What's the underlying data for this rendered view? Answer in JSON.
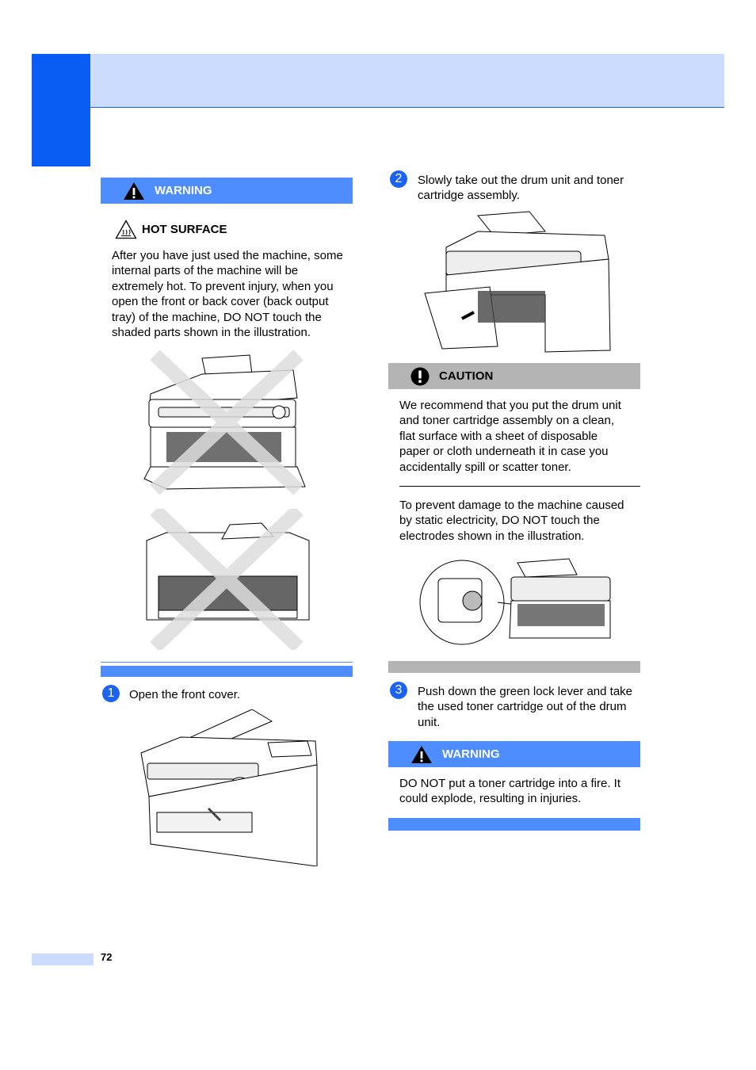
{
  "warning1": {
    "label": "WARNING"
  },
  "hot_surface": {
    "title": "HOT SURFACE",
    "body": [
      "After you have just used the machine, some",
      "internal parts of the machine will be",
      "extremely hot. To prevent injury, when you",
      "open the front or back cover (back output",
      "tray) of the machine, DO NOT touch the",
      "shaded parts shown in the illustration."
    ]
  },
  "step1": {
    "number": "1",
    "text": "Open the front cover."
  },
  "step2": {
    "number": "2",
    "lines": [
      "Slowly take out the drum unit and toner",
      "cartridge assembly."
    ]
  },
  "caution": {
    "label": "CAUTION",
    "para1": [
      "We recommend that you put the drum unit",
      "and toner cartridge assembly on a clean,",
      "flat surface with a sheet of disposable",
      "paper or cloth underneath it in case you",
      "accidentally spill or scatter toner."
    ],
    "para2": [
      "To prevent damage to the machine caused",
      "by static electricity, DO NOT touch the",
      "electrodes shown in the illustration."
    ]
  },
  "step3": {
    "number": "3",
    "lines": [
      "Push down the green lock lever and take",
      "the used toner cartridge out of the drum",
      "unit."
    ]
  },
  "warning2": {
    "label": "WARNING",
    "lines": [
      "DO NOT put a toner cartridge into a fire. It",
      "could explode, resulting in injuries."
    ]
  },
  "footer": {
    "page_number": "72"
  },
  "colors": {
    "accent": "#0a5cf5",
    "band": "#ccdcff",
    "warning_bar": "#4d8dff",
    "caution_bar": "#b4b4b4"
  }
}
